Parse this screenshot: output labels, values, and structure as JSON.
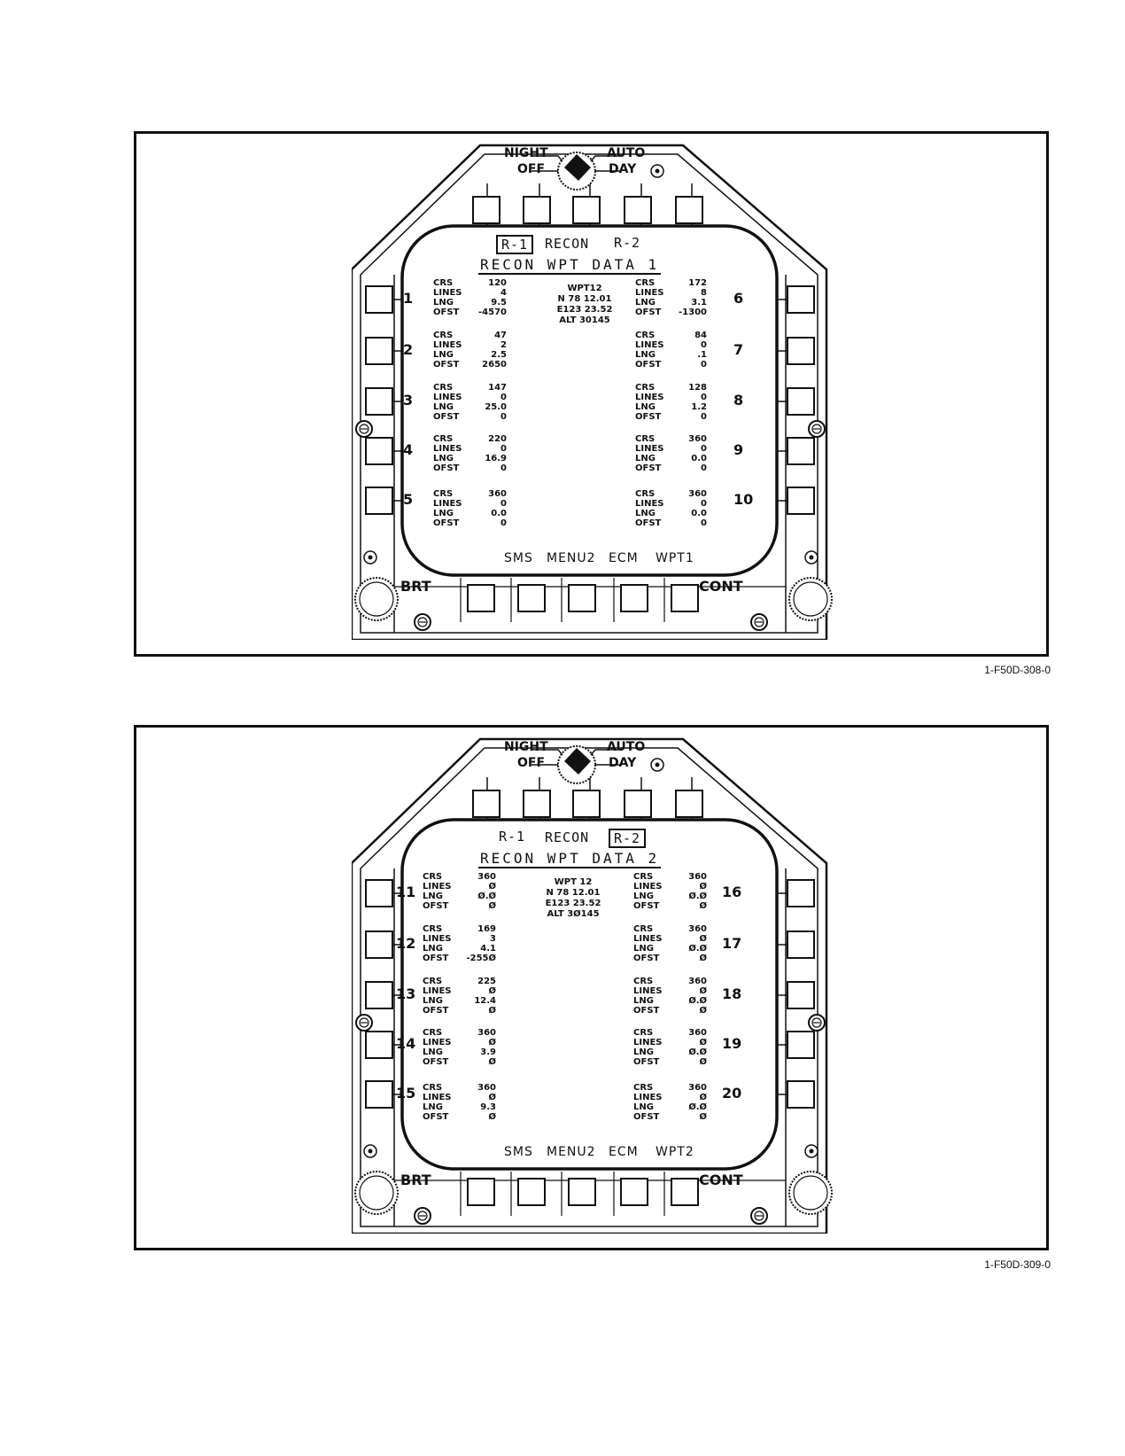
{
  "figures": [
    {
      "figure_id": "1-F50D-308-0",
      "knob": {
        "night": "NIGHT",
        "off": "OFF",
        "auto": "AUTO",
        "day": "DAY"
      },
      "tabs": {
        "left": "R-1",
        "mid": "RECON",
        "right": "R-2",
        "boxed": "left"
      },
      "title": "RECON WPT DATA 1",
      "center": {
        "wpt": "WPT12",
        "lat": "N 78 12.01",
        "lon": "E123 23.52",
        "alt": "ALT 30145"
      },
      "bottom": [
        "SMS",
        "MENU2",
        "ECM",
        "WPT1"
      ],
      "brt": "BRT",
      "cont": "CONT",
      "left_nums": [
        "1",
        "2",
        "3",
        "4",
        "5"
      ],
      "right_nums": [
        "6",
        "7",
        "8",
        "9",
        "10"
      ],
      "left_entries": [
        {
          "crs": "120",
          "lines": "4",
          "lng": "9.5",
          "ofst": "-4570"
        },
        {
          "crs": "47",
          "lines": "2",
          "lng": "2.5",
          "ofst": "2650"
        },
        {
          "crs": "147",
          "lines": "0",
          "lng": "25.0",
          "ofst": "0"
        },
        {
          "crs": "220",
          "lines": "0",
          "lng": "16.9",
          "ofst": "0"
        },
        {
          "crs": "360",
          "lines": "0",
          "lng": "0.0",
          "ofst": "0"
        }
      ],
      "right_entries": [
        {
          "crs": "172",
          "lines": "8",
          "lng": "3.1",
          "ofst": "-1300"
        },
        {
          "crs": "84",
          "lines": "0",
          "lng": ".1",
          "ofst": "0"
        },
        {
          "crs": "128",
          "lines": "0",
          "lng": "1.2",
          "ofst": "0"
        },
        {
          "crs": "360",
          "lines": "0",
          "lng": "0.0",
          "ofst": "0"
        },
        {
          "crs": "360",
          "lines": "0",
          "lng": "0.0",
          "ofst": "0"
        }
      ],
      "row_labels": {
        "crs": "CRS",
        "lines": "LINES",
        "lng": "LNG",
        "ofst": "OFST"
      }
    },
    {
      "figure_id": "1-F50D-309-0",
      "knob": {
        "night": "NIGHT",
        "off": "OFF",
        "auto": "AUTO",
        "day": "DAY"
      },
      "tabs": {
        "left": "R-1",
        "mid": "RECON",
        "right": "R-2",
        "boxed": "right"
      },
      "title": "RECON WPT DATA 2",
      "center": {
        "wpt": "WPT 12",
        "lat": "N 78 12.01",
        "lon": "E123 23.52",
        "alt": "ALT 3Ø145"
      },
      "bottom": [
        "SMS",
        "MENU2",
        "ECM",
        "WPT2"
      ],
      "brt": "BRT",
      "cont": "CONT",
      "left_nums": [
        "11",
        "12",
        "13",
        "14",
        "15"
      ],
      "right_nums": [
        "16",
        "17",
        "18",
        "19",
        "20"
      ],
      "left_entries": [
        {
          "crs": "360",
          "lines": "Ø",
          "lng": "Ø.Ø",
          "ofst": "Ø"
        },
        {
          "crs": "169",
          "lines": "3",
          "lng": "4.1",
          "ofst": "-255Ø"
        },
        {
          "crs": "225",
          "lines": "Ø",
          "lng": "12.4",
          "ofst": "Ø"
        },
        {
          "crs": "360",
          "lines": "Ø",
          "lng": "3.9",
          "ofst": "Ø"
        },
        {
          "crs": "360",
          "lines": "Ø",
          "lng": "9.3",
          "ofst": "Ø"
        }
      ],
      "right_entries": [
        {
          "crs": "360",
          "lines": "Ø",
          "lng": "Ø.Ø",
          "ofst": "Ø"
        },
        {
          "crs": "360",
          "lines": "Ø",
          "lng": "Ø.Ø",
          "ofst": "Ø"
        },
        {
          "crs": "360",
          "lines": "Ø",
          "lng": "Ø.Ø",
          "ofst": "Ø"
        },
        {
          "crs": "360",
          "lines": "Ø",
          "lng": "Ø.Ø",
          "ofst": "Ø"
        },
        {
          "crs": "360",
          "lines": "Ø",
          "lng": "Ø.Ø",
          "ofst": "Ø"
        }
      ],
      "row_labels": {
        "crs": "CRS",
        "lines": "LINES",
        "lng": "LNG",
        "ofst": "OFST"
      }
    }
  ]
}
